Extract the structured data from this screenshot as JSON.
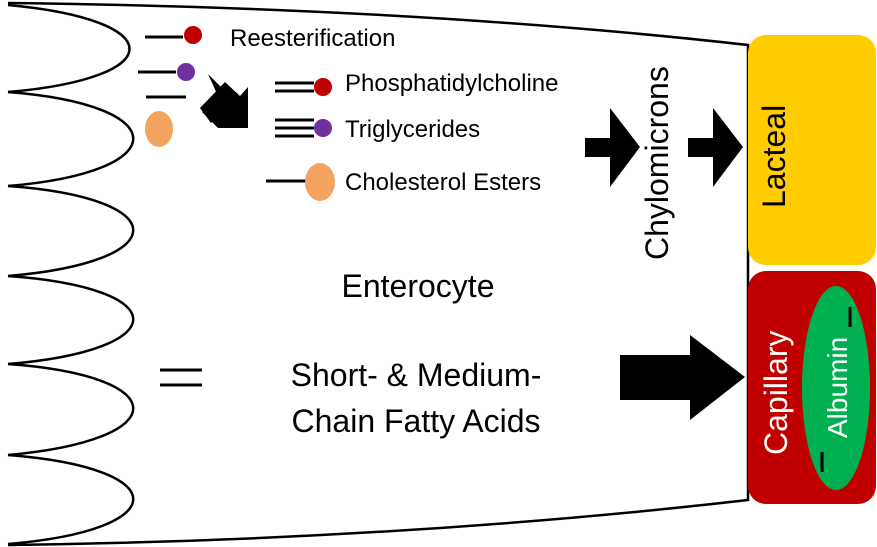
{
  "labels": {
    "reesterification": "Reesterification",
    "phosphatidylcholine": "Phosphatidylcholine",
    "triglycerides": "Triglycerides",
    "cholesterol_esters": "Cholesterol Esters",
    "chylomicrons": "Chylomicrons",
    "lacteal": "Lacteal",
    "enterocyte": "Enterocyte",
    "short_medium_line1": "Short- & Medium-",
    "short_medium_line2": "Chain Fatty Acids",
    "capillary": "Capillary",
    "albumin": "Albumin"
  },
  "colors": {
    "red_head": "#c00000",
    "purple_head": "#7030a0",
    "orange_blob": "#f4a460",
    "lacteal_fill": "#ffcc00",
    "capillary_fill": "#c00000",
    "albumin_fill": "#00b050",
    "arrow": "#000000"
  },
  "icons": {
    "arrow": "black-block-arrow",
    "lipid_red": "lipid-tail-red-head-icon",
    "lipid_purple": "lipid-tail-purple-head-icon",
    "cholesterol": "orange-oval-icon"
  }
}
